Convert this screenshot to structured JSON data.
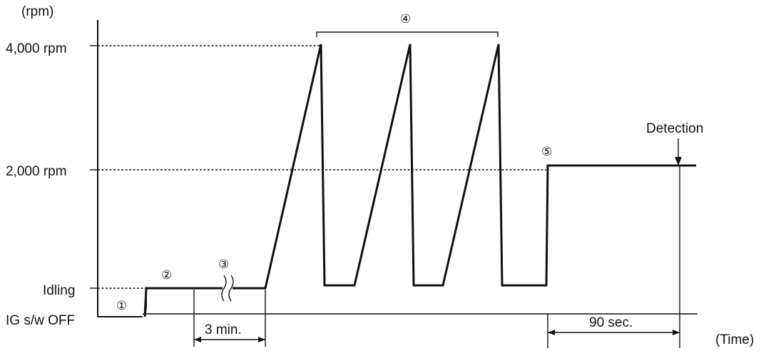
{
  "axes": {
    "y_unit": "(rpm)",
    "x_unit": "(Time)",
    "levels": [
      "4,000 rpm",
      "2,000 rpm",
      "Idling",
      "IG s/w OFF"
    ]
  },
  "steps": {
    "step1": "①",
    "step2": "②",
    "step3": "③",
    "step4": "④",
    "step5": "⑤"
  },
  "annotations": {
    "duration_warmup": "3 min.",
    "duration_hold": "90 sec.",
    "detection": "Detection"
  },
  "sequence": [
    {
      "step": "①",
      "rpm": "IG s/w OFF"
    },
    {
      "step": "②",
      "rpm": "Idling"
    },
    {
      "step": "③",
      "rpm": "Idling",
      "duration": "3 min."
    },
    {
      "step": "④",
      "rpm": "4,000 rpm",
      "repeats": 3
    },
    {
      "step": "⑤",
      "rpm": "2,000 rpm",
      "duration": "90 sec."
    }
  ],
  "colors": {
    "line": "#111111",
    "background": "#ffffff"
  }
}
